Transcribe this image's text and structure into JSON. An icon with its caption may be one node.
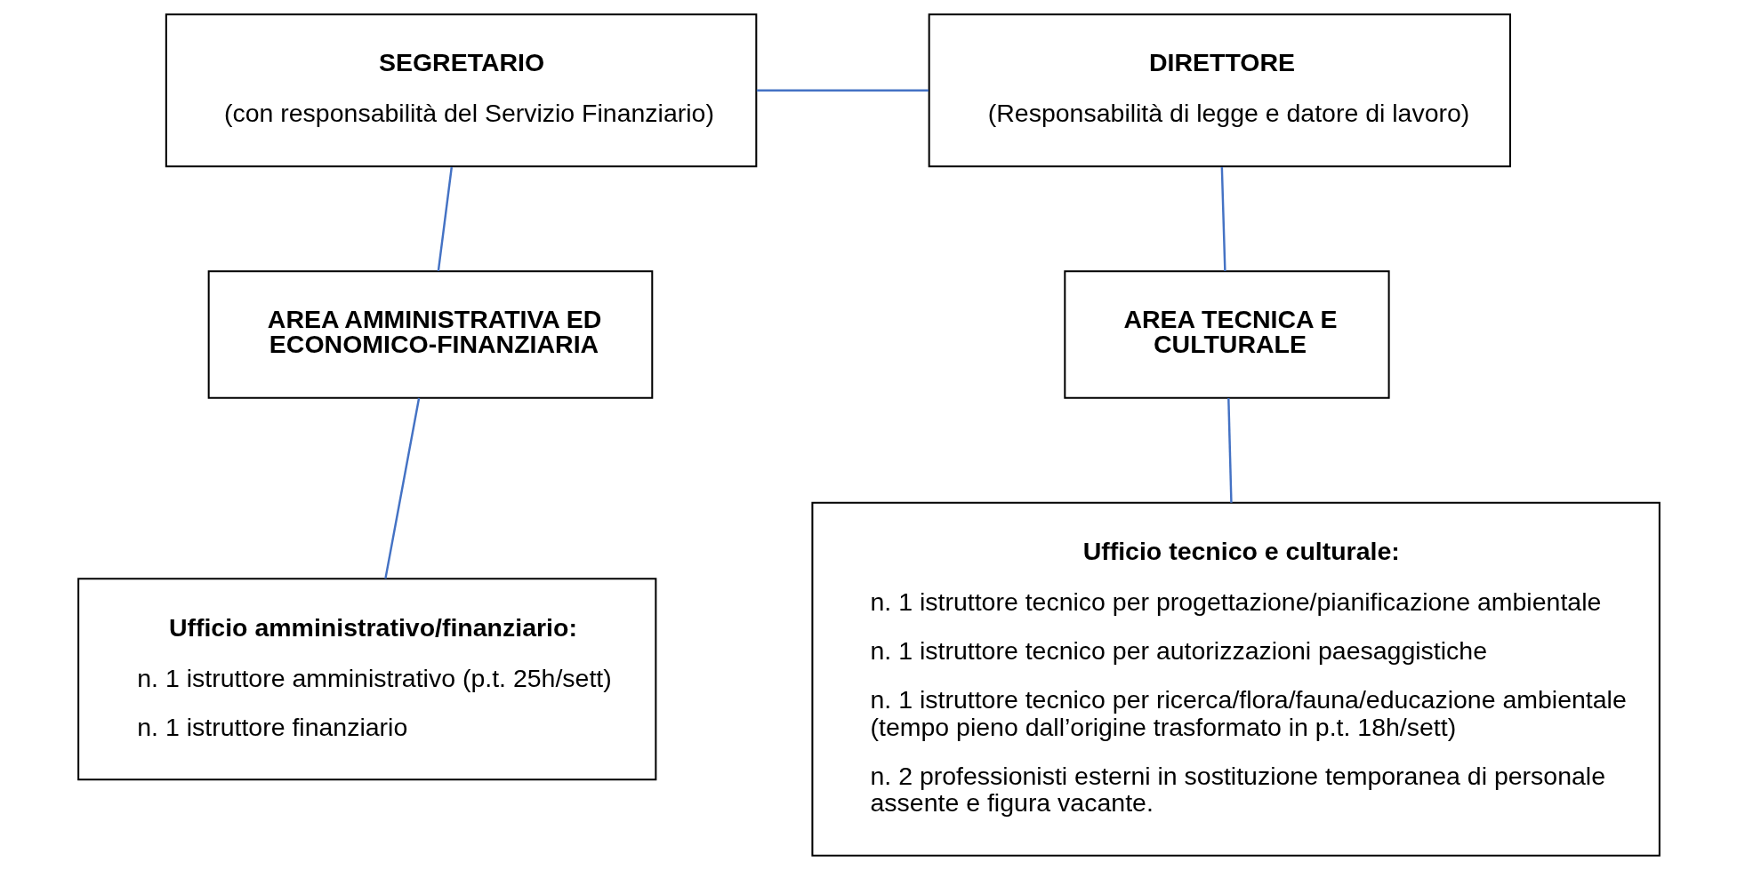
{
  "diagram": {
    "nodes": [
      {
        "text": [
          "SEGRETARIO",
          "(con responsabilità del Servizio Finanziario)"
        ]
      },
      {
        "text": [
          "DIRETTORE",
          "(Responsabilità di legge e datore di lavoro)"
        ]
      },
      {
        "text": [
          "AREA AMMINISTRATIVA ED ECONOMICO-FINANZIARIA"
        ]
      },
      {
        "text": [
          "AREA TECNICA E CULTURALE"
        ]
      },
      {
        "text": [
          "Ufficio amministrativo/finanziario:",
          "n. 1 istruttore amministrativo (p.t. 25h/sett)",
          "n. 1 istruttore finanziario"
        ]
      },
      {
        "text": [
          "Ufficio tecnico e culturale:",
          "n. 1 istruttore tecnico per progettazione/pianificazione ambientale",
          "n. 1 istruttore tecnico per autorizzazioni paesaggistiche",
          "n. 1 istruttore tecnico per ricerca/flora/fauna/educazione ambientale (tempo pieno dall’origine trasformato in p.t. 18h/sett)",
          "n. 2 professionisti esterni in sostituzione temporanea di personale assente e figura vacante."
        ]
      }
    ],
    "edges": [
      {
        "from": 0,
        "to": 1,
        "arrow": "none"
      },
      {
        "from": 0,
        "to": 2,
        "arrow": "none"
      },
      {
        "from": 1,
        "to": 3,
        "arrow": "none"
      },
      {
        "from": 2,
        "to": 4,
        "arrow": "none"
      },
      {
        "from": 3,
        "to": 5,
        "arrow": "none"
      }
    ]
  }
}
